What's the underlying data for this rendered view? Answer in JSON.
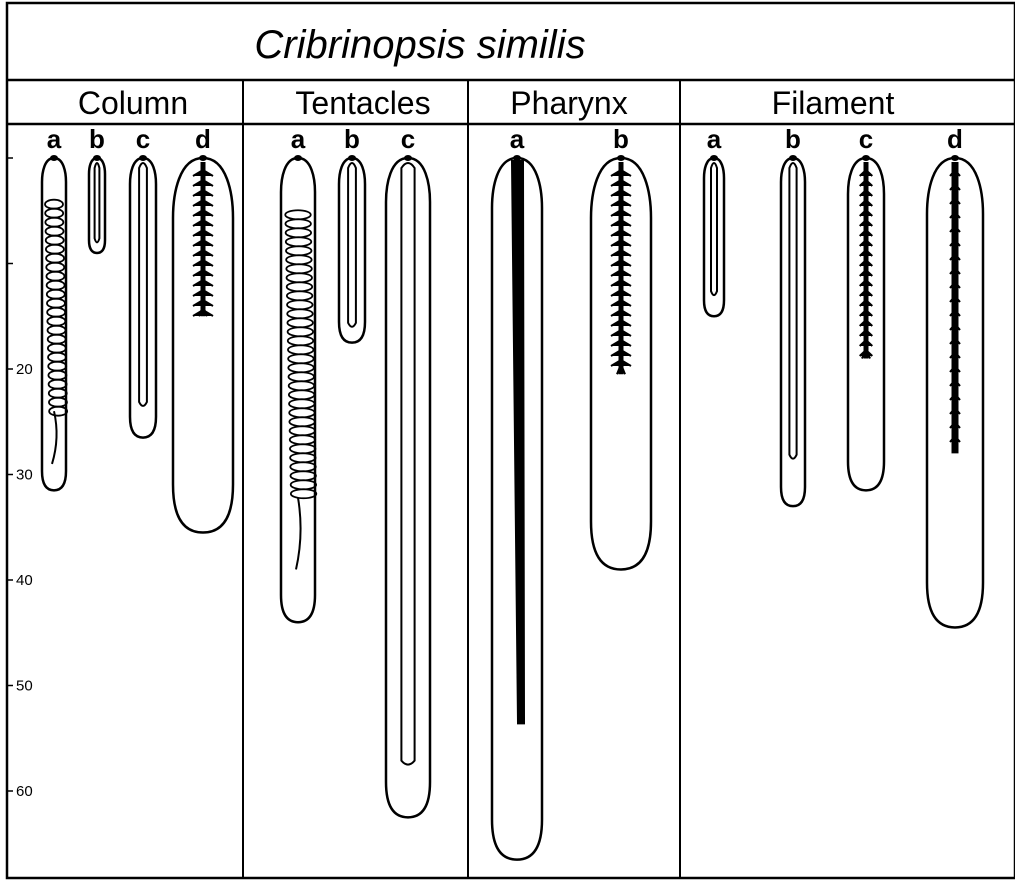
{
  "title": "Cribrinopsis similis",
  "tissues": [
    {
      "label": "Column",
      "capsules": [
        {
          "type": "a",
          "length": 31.5,
          "style": "coil",
          "thread_start": 4,
          "thread_end": 29
        },
        {
          "type": "b",
          "length": 9,
          "style": "thread",
          "thread_end": 8
        },
        {
          "type": "c",
          "length": 26.5,
          "style": "thread",
          "thread_end": 23.5
        },
        {
          "type": "d",
          "length": 35.5,
          "style": "spine",
          "thread_end": 15
        }
      ]
    },
    {
      "label": "Tentacles",
      "capsules": [
        {
          "type": "a",
          "length": 44,
          "style": "coil",
          "thread_start": 5,
          "thread_end": 39
        },
        {
          "type": "b",
          "length": 17.5,
          "style": "thread",
          "thread_end": 16
        },
        {
          "type": "c",
          "length": 62.5,
          "style": "thread",
          "thread_end": 57.5
        }
      ]
    },
    {
      "label": "Pharynx",
      "capsules": [
        {
          "type": "a",
          "length": 66.5,
          "style": "thick",
          "thread_end": 53.5
        },
        {
          "type": "b",
          "length": 39,
          "style": "spine",
          "thread_end": 20.5
        }
      ]
    },
    {
      "label": "Filament",
      "capsules": [
        {
          "type": "a",
          "length": 15,
          "style": "thread",
          "thread_end": 13
        },
        {
          "type": "b",
          "length": 33,
          "style": "thread",
          "thread_end": 28.5
        },
        {
          "type": "c",
          "length": 31.5,
          "style": "spine",
          "thread_end": 19
        },
        {
          "type": "d",
          "length": 44.5,
          "style": "spine-long",
          "thread_end": 28
        }
      ]
    }
  ],
  "axis": {
    "ticks": [
      0,
      10,
      20,
      30,
      40,
      50,
      60
    ],
    "tick_labels": [
      "",
      "",
      "20",
      "30",
      "40",
      "50",
      "60"
    ]
  }
}
